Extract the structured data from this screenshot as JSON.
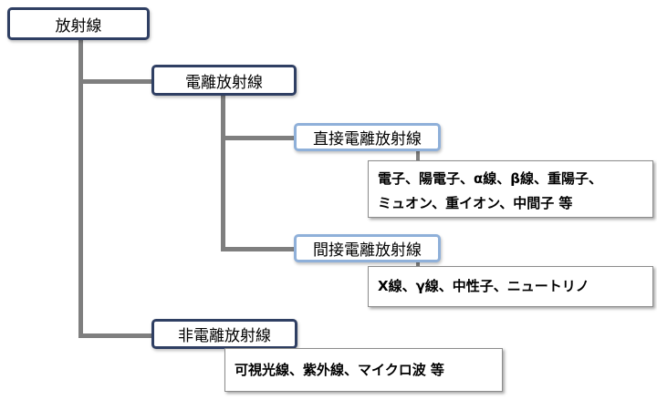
{
  "tree": {
    "root": {
      "label": "放射線"
    },
    "ionizing": {
      "label": "電離放射線"
    },
    "direct": {
      "label": "直接電離放射線",
      "examples_line1": "電子、陽電子、α線、β線、重陽子、",
      "examples_line2": "ミュオン、重イオン、中間子 等"
    },
    "indirect": {
      "label": "間接電離放射線",
      "examples": "X線、γ線、中性子、ニュートリノ"
    },
    "nonionizing": {
      "label": "非電離放射線",
      "examples": "可視光線、紫外線、マイクロ波 等"
    }
  },
  "colors": {
    "connector": "#7f7f7f",
    "dark_border": "#2f3f63",
    "light_border": "#8fb0d9",
    "box_border": "#8c8c8c"
  }
}
